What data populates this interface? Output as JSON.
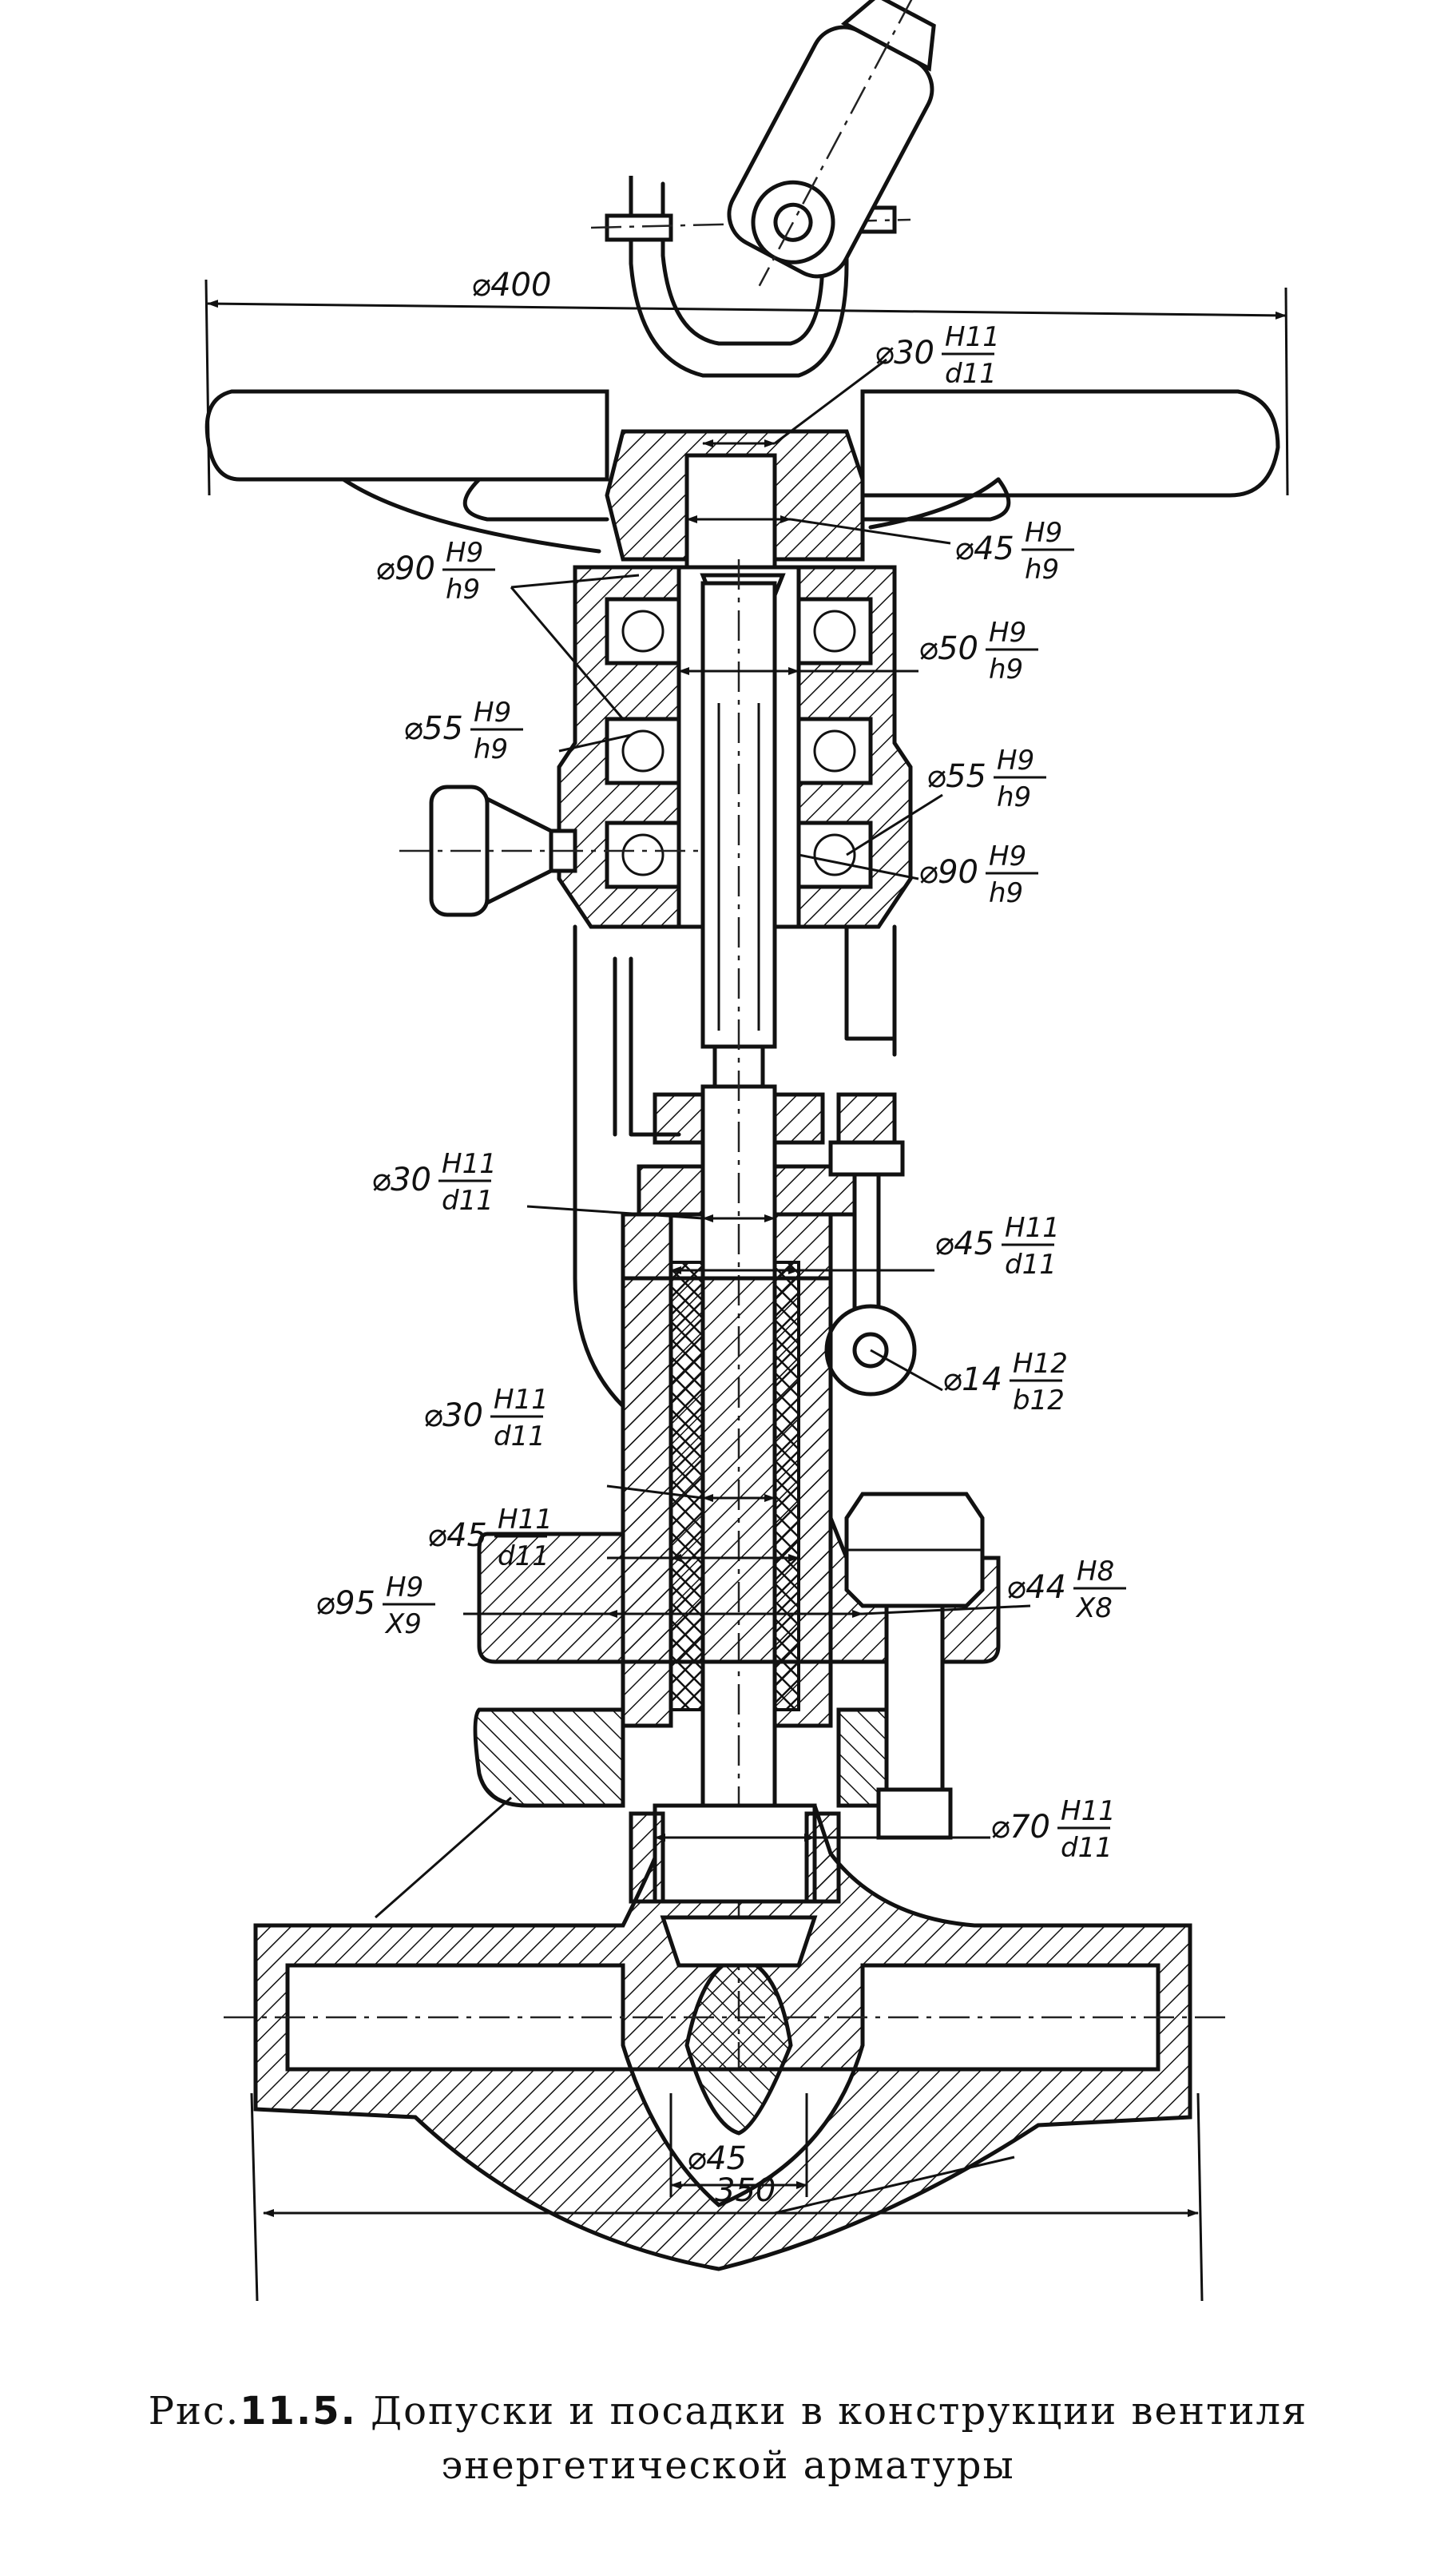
{
  "drawing": {
    "overall_diameter": "⌀400",
    "body_length": "350",
    "seat_diameter": "⌀45",
    "fits": [
      {
        "id": "f1",
        "diameter": "⌀30",
        "hole": "H11",
        "shaft": "d11"
      },
      {
        "id": "f2",
        "diameter": "⌀45",
        "hole": "H9",
        "shaft": "h9"
      },
      {
        "id": "f3",
        "diameter": "⌀90",
        "hole": "H9",
        "shaft": "h9"
      },
      {
        "id": "f4",
        "diameter": "⌀50",
        "hole": "H9",
        "shaft": "h9"
      },
      {
        "id": "f5",
        "diameter": "⌀55",
        "hole": "H9",
        "shaft": "h9"
      },
      {
        "id": "f6",
        "diameter": "⌀55",
        "hole": "H9",
        "shaft": "h9"
      },
      {
        "id": "f7",
        "diameter": "⌀90",
        "hole": "H9",
        "shaft": "h9"
      },
      {
        "id": "f8",
        "diameter": "⌀30",
        "hole": "H11",
        "shaft": "d11"
      },
      {
        "id": "f9",
        "diameter": "⌀45",
        "hole": "H11",
        "shaft": "d11"
      },
      {
        "id": "f10",
        "diameter": "⌀14",
        "hole": "H12",
        "shaft": "b12"
      },
      {
        "id": "f11",
        "diameter": "⌀30",
        "hole": "H11",
        "shaft": "d11"
      },
      {
        "id": "f12",
        "diameter": "⌀45",
        "hole": "H11",
        "shaft": "d11"
      },
      {
        "id": "f13",
        "diameter": "⌀95",
        "hole": "H9",
        "shaft": "X9"
      },
      {
        "id": "f14",
        "diameter": "⌀44",
        "hole": "H8",
        "shaft": "X8"
      },
      {
        "id": "f15",
        "diameter": "⌀70",
        "hole": "H11",
        "shaft": "d11"
      }
    ]
  },
  "caption": {
    "prefix": "Рис.",
    "number": "11.5.",
    "line1": "Допуски и посадки в конструкции вентиля",
    "line2": "энергетической арматуры"
  }
}
